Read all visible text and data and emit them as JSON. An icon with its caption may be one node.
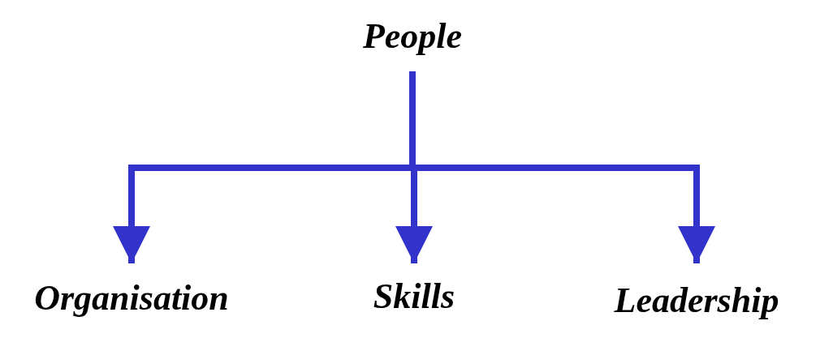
{
  "diagram": {
    "nodes": [
      {
        "text": [
          "People"
        ]
      },
      {
        "text": [
          "Organisation"
        ]
      },
      {
        "text": [
          "Skills"
        ]
      },
      {
        "text": [
          "Leadership"
        ]
      }
    ],
    "edges": [
      {
        "from": 0,
        "to": 1,
        "arrow": "to"
      },
      {
        "from": 0,
        "to": 2,
        "arrow": "to"
      },
      {
        "from": 0,
        "to": 3,
        "arrow": "to"
      }
    ]
  }
}
